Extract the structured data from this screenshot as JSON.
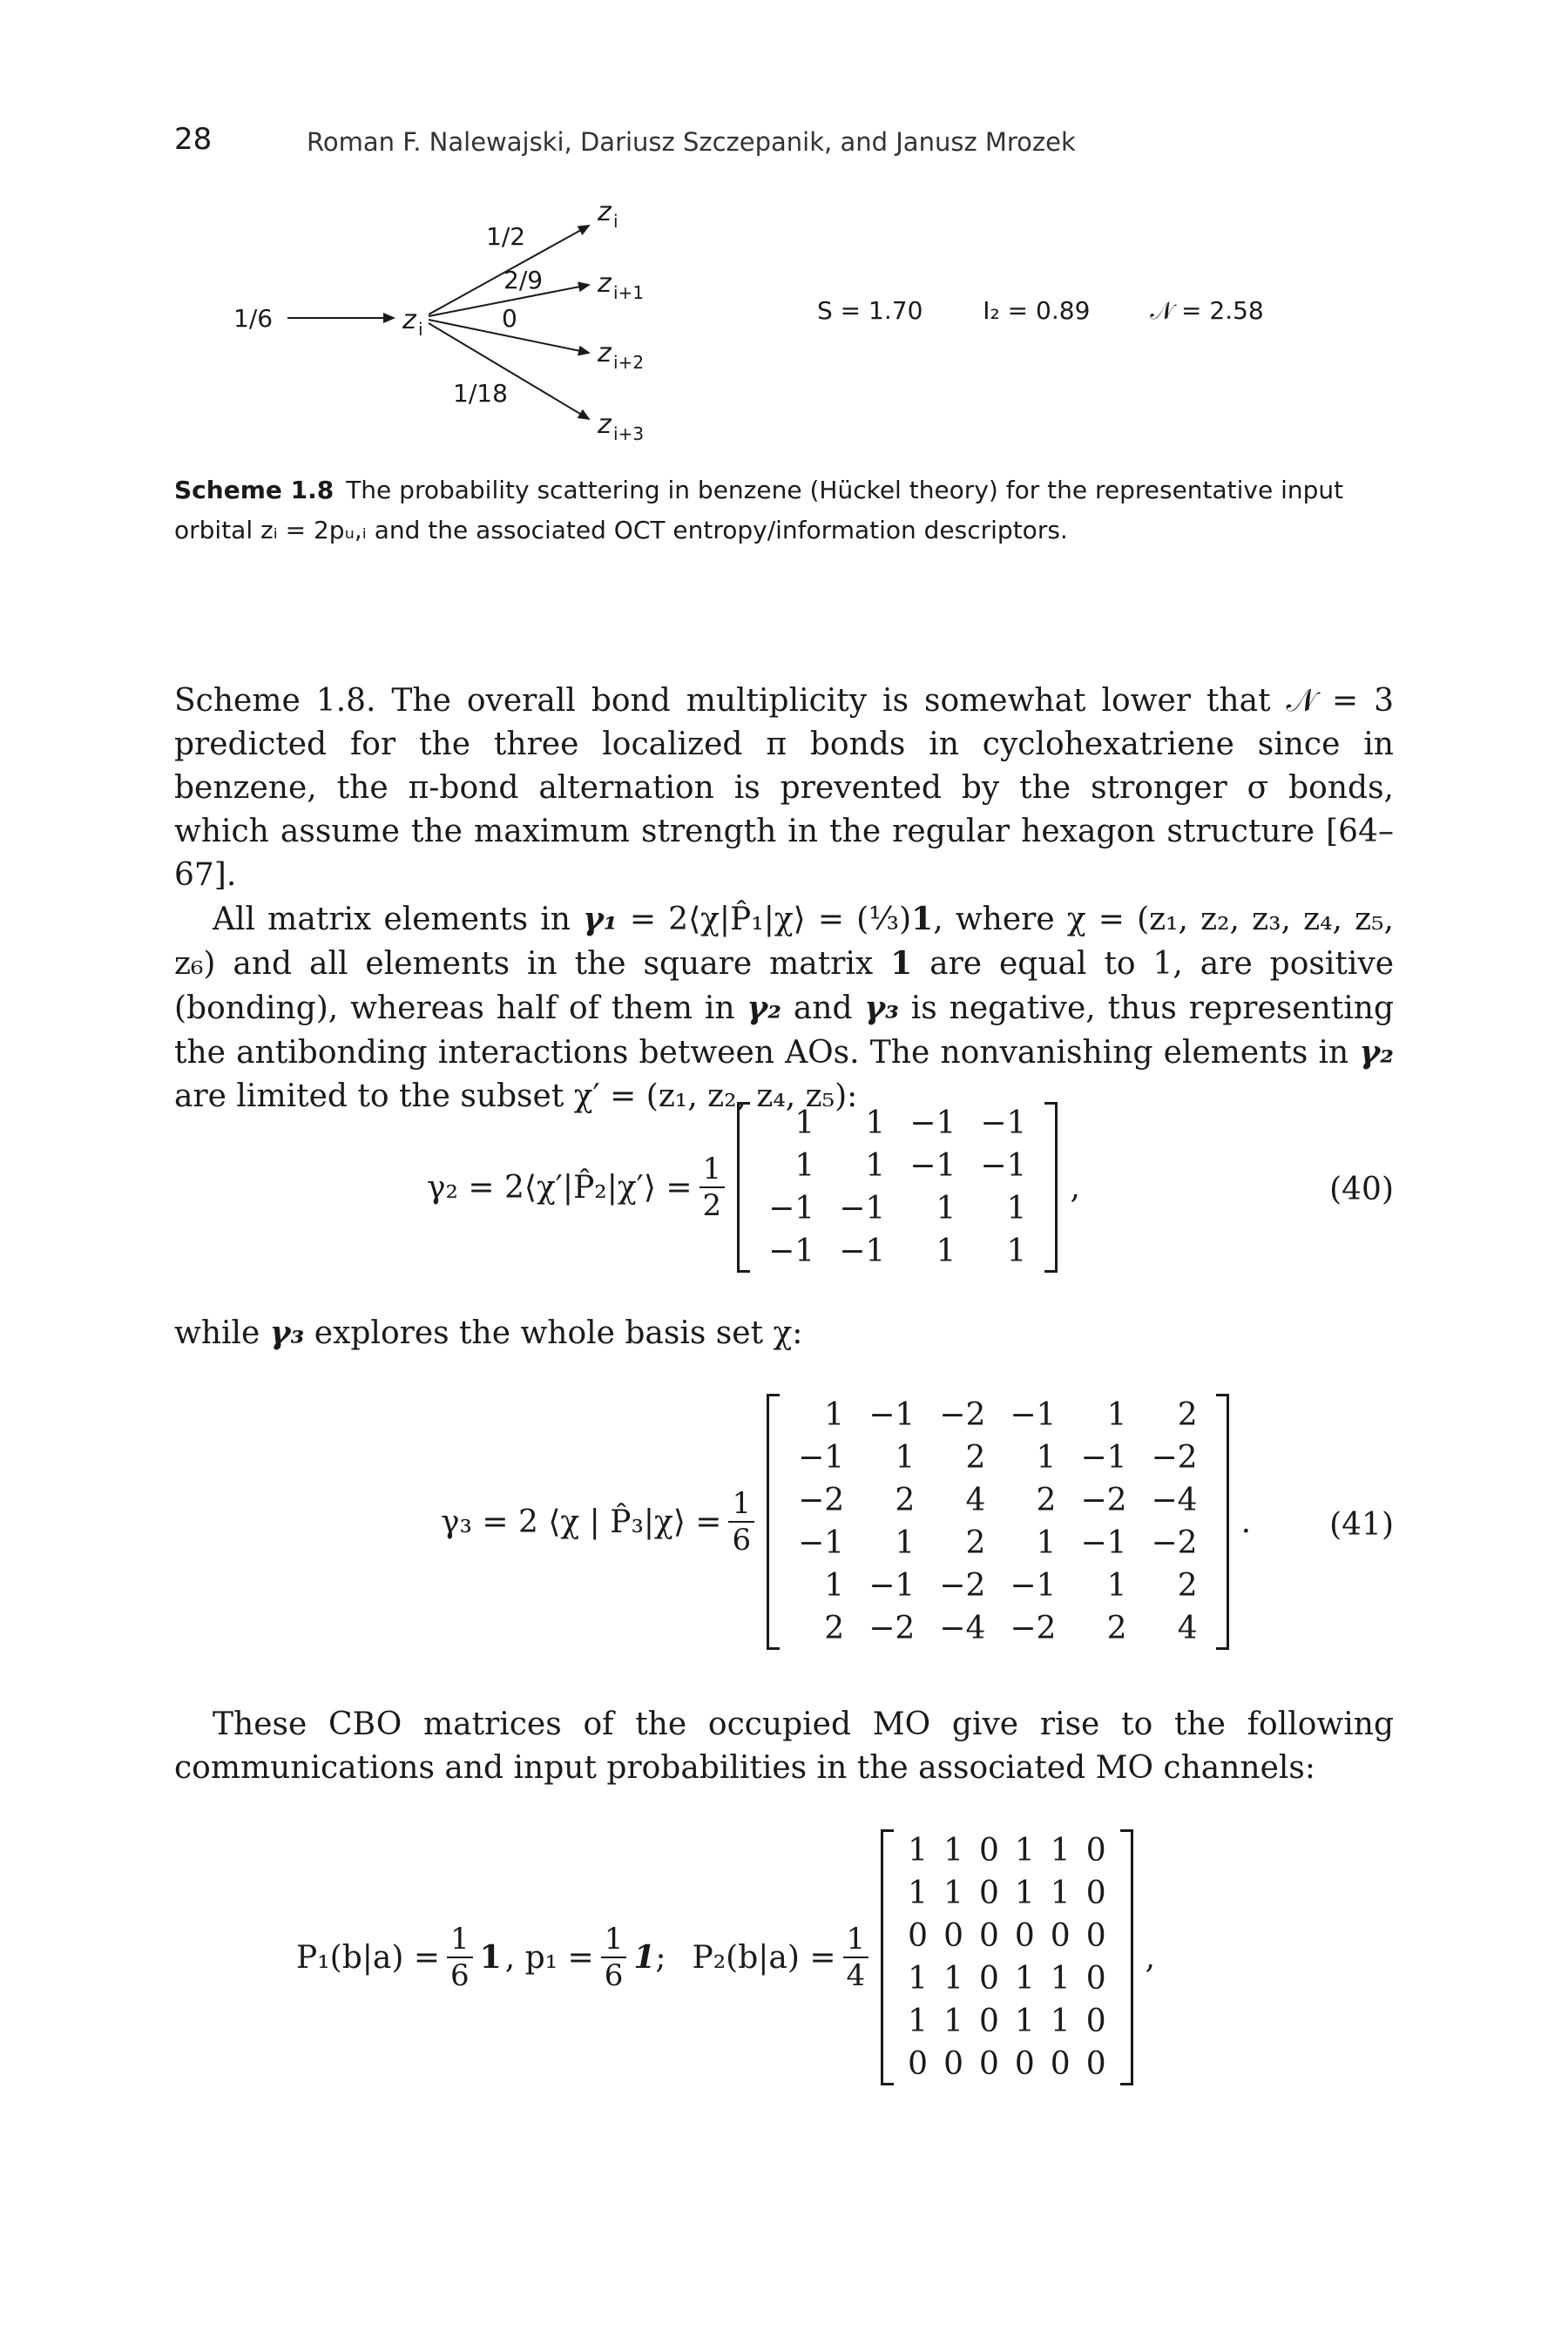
{
  "header": {
    "page_number": "28",
    "authors": "Roman F. Nalewajski, Dariusz Szczepanik, and Janusz Mrozek"
  },
  "scheme": {
    "input_label": "1/6",
    "source_node": "z",
    "source_sub": "i",
    "targets": [
      {
        "label": "1/2",
        "node": "z",
        "sub": "i"
      },
      {
        "label": "2/9",
        "node": "z",
        "sub": "i+1"
      },
      {
        "label": "0",
        "node": "z",
        "sub": "i+2"
      },
      {
        "label": "1/18",
        "node": "z",
        "sub": "i+3"
      }
    ],
    "descriptors": [
      "S = 1.70",
      "I₂ = 0.89",
      "𝒩 = 2.58"
    ]
  },
  "caption": {
    "label": "Scheme 1.8",
    "text": "The probability scattering in benzene (Hückel theory) for the representative input orbital zᵢ = 2pᵤ,ᵢ and the associated OCT entropy/information descriptors."
  },
  "paragraphs": {
    "p1": "Scheme 1.8. The overall bond multiplicity is somewhat lower that 𝒩 = 3 predicted for the three localized π bonds in cyclohexatriene since in benzene, the π-bond alternation is prevented by the stronger σ bonds, which assume the maximum strength in the regular hexagon structure [64–67].",
    "p2_a": "All matrix elements in ",
    "p2_g1": "γ₁",
    "p2_b": " = 2⟨χ|P̂₁|χ⟩ = (⅓)",
    "p2_one": "1",
    "p2_c": ", where χ = (z₁, z₂, z₃, z₄, z₅, z₆) and all elements in the square matrix ",
    "p2_one2": "1",
    "p2_d": " are equal to 1, are positive (bonding), whereas half of them in ",
    "p2_g2": "γ₂",
    "p2_e": " and ",
    "p2_g3": "γ₃",
    "p2_f": " is negative, thus representing the antibonding interactions between AOs. The nonvanishing elements in ",
    "p2_g2b": "γ₂",
    "p2_g": " are limited to the subset χ′ = (z₁, z₂, z₄, z₅):",
    "p3_a": "while ",
    "p3_g3": "γ₃",
    "p3_b": " explores the whole basis set χ:",
    "p4": "These CBO matrices of the occupied MO give rise to the following communications and input probabilities in the associated MO channels:"
  },
  "eq40": {
    "lhs": "γ₂ = 2⟨χ′|P̂₂|χ′⟩ =",
    "frac_num": "1",
    "frac_den": "2",
    "matrix": [
      [
        "1",
        "1",
        "−1",
        "−1"
      ],
      [
        "1",
        "1",
        "−1",
        "−1"
      ],
      [
        "−1",
        "−1",
        "1",
        "1"
      ],
      [
        "−1",
        "−1",
        "1",
        "1"
      ]
    ],
    "trail": ",",
    "number": "(40)"
  },
  "eq41": {
    "lhs": "γ₃ = 2 ⟨χ | P̂₃|χ⟩ =",
    "frac_num": "1",
    "frac_den": "6",
    "matrix": [
      [
        "1",
        "−1",
        "−2",
        "−1",
        "1",
        "2"
      ],
      [
        "−1",
        "1",
        "2",
        "1",
        "−1",
        "−2"
      ],
      [
        "−2",
        "2",
        "4",
        "2",
        "−2",
        "−4"
      ],
      [
        "−1",
        "1",
        "2",
        "1",
        "−1",
        "−2"
      ],
      [
        "1",
        "−1",
        "−2",
        "−1",
        "1",
        "2"
      ],
      [
        "2",
        "−2",
        "−4",
        "−2",
        "2",
        "4"
      ]
    ],
    "trail": ".",
    "number": "(41)"
  },
  "eq42": {
    "lhs_a": "P₁(b|a) =",
    "frac1_num": "1",
    "frac1_den": "6",
    "one": "1",
    "mid": ", p₁ =",
    "frac2_num": "1",
    "frac2_den": "6",
    "one2": "1",
    "semi": ";",
    "lhs_b": "P₂(b|a) =",
    "frac3_num": "1",
    "frac3_den": "4",
    "matrix": [
      [
        "1",
        "1",
        "0",
        "1",
        "1",
        "0"
      ],
      [
        "1",
        "1",
        "0",
        "1",
        "1",
        "0"
      ],
      [
        "0",
        "0",
        "0",
        "0",
        "0",
        "0"
      ],
      [
        "1",
        "1",
        "0",
        "1",
        "1",
        "0"
      ],
      [
        "1",
        "1",
        "0",
        "1",
        "1",
        "0"
      ],
      [
        "0",
        "0",
        "0",
        "0",
        "0",
        "0"
      ]
    ],
    "trail": ","
  }
}
